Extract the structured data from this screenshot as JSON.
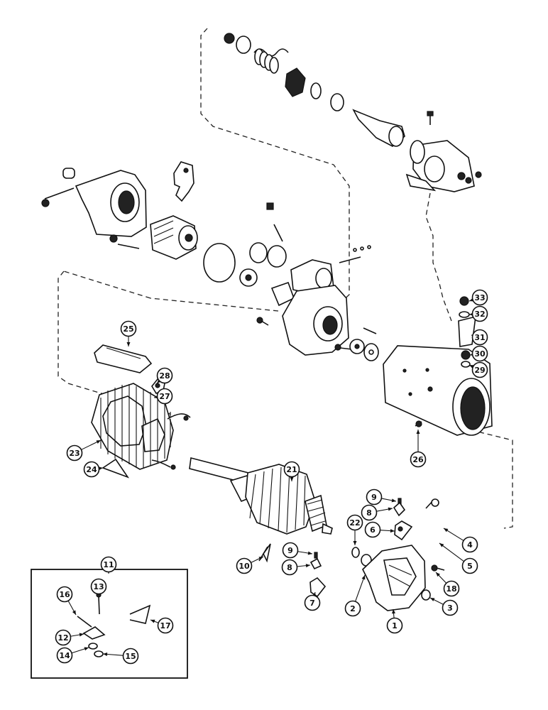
{
  "diagram": {
    "callouts": [
      "1",
      "2",
      "3",
      "4",
      "5",
      "6",
      "7",
      "8",
      "8",
      "9",
      "9",
      "10",
      "11",
      "12",
      "13",
      "14",
      "15",
      "16",
      "17",
      "18",
      "21",
      "22",
      "23",
      "24",
      "25",
      "26",
      "27",
      "28",
      "29",
      "30",
      "31",
      "32",
      "33"
    ]
  }
}
